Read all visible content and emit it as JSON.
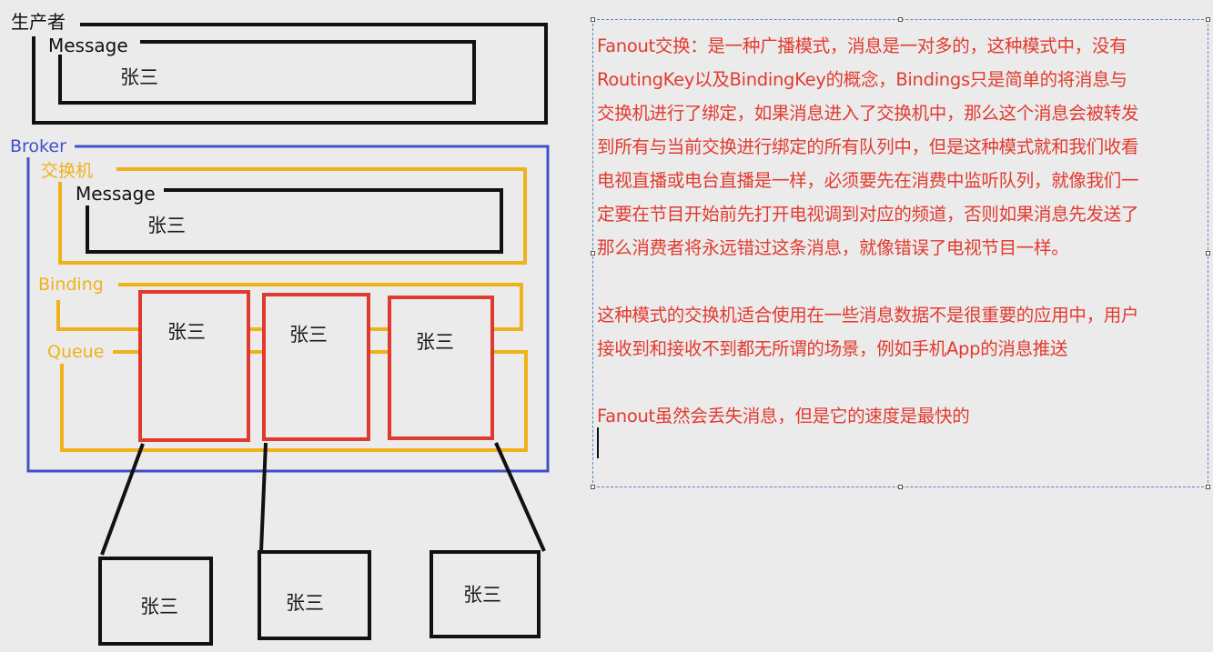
{
  "producer": {
    "label": "生产者",
    "message_label": "Message",
    "message_value": "张三"
  },
  "broker": {
    "label": "Broker",
    "exchange": {
      "label": "交换机",
      "message_label": "Message",
      "message_value": "张三"
    },
    "binding_label": "Binding",
    "queue_label": "Queue",
    "queue_items": [
      "张三",
      "张三",
      "张三"
    ]
  },
  "consumers": [
    "张三",
    "张三",
    "张三"
  ],
  "description": {
    "lines": [
      "Fanout交换：是一种广播模式，消息是一对多的，这种模式中，没有",
      "RoutingKey以及BindingKey的概念，Bindings只是简单的将消息与",
      "交换机进行了绑定，如果消息进入了交换机中，那么这个消息会被转发",
      "到所有与当前交换进行绑定的所有队列中，但是这种模式就和我们收看",
      "电视直播或电台直播是一样，必须要先在消费中监听队列，就像我们一",
      "定要在节目开始前先打开电视调到对应的频道，否则如果消息先发送了",
      "那么消费者将永远错过这条消息，就像错误了电视节目一样。",
      "",
      "这种模式的交换机适合使用在一些消息数据不是很重要的应用中，用户",
      "接收到和接收不到都无所谓的场景，例如手机App的消息推送",
      "",
      "Fanout虽然会丢失消息，但是它的速度是最快的"
    ]
  },
  "colors": {
    "producer": "#111111",
    "broker": "#4050c8",
    "exchange": "#f0b21a",
    "queue_item": "#e03a2f",
    "text": "#e23a2f",
    "background": "#ebebeb"
  }
}
